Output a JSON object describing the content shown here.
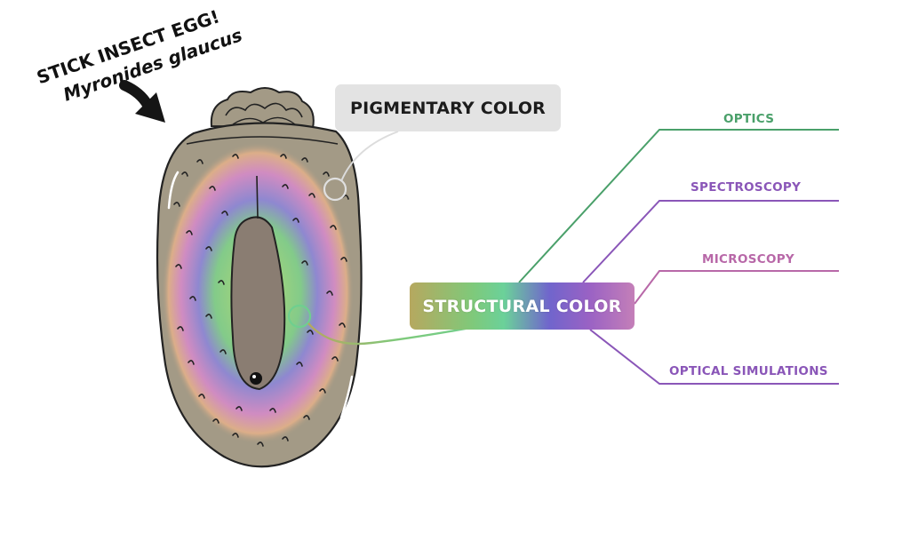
{
  "title": {
    "line1": "STICK INSECT EGG!",
    "line2": "Myronides glaucus"
  },
  "nodes": {
    "pigmentary": "PIGMENTARY COLOR",
    "structural": "STRUCTURAL COLOR"
  },
  "branches": [
    {
      "label": "OPTICS",
      "color": "#4aa06a"
    },
    {
      "label": "SPECTROSCOPY",
      "color": "#8a56b8"
    },
    {
      "label": "MICROSCOPY",
      "color": "#b868a8"
    },
    {
      "label": "OPTICAL SIMULATIONS",
      "color": "#8a56b8"
    }
  ],
  "colors": {
    "egg_shell": "#a39a86",
    "egg_inner": "#8a7d72",
    "pigmentary_pill": "#e3e3e3",
    "connector_pigment": "#dcdcdc",
    "connector_struct": "#6fcf8f"
  },
  "icons": [
    "arrow-icon",
    "egg-illustration"
  ]
}
